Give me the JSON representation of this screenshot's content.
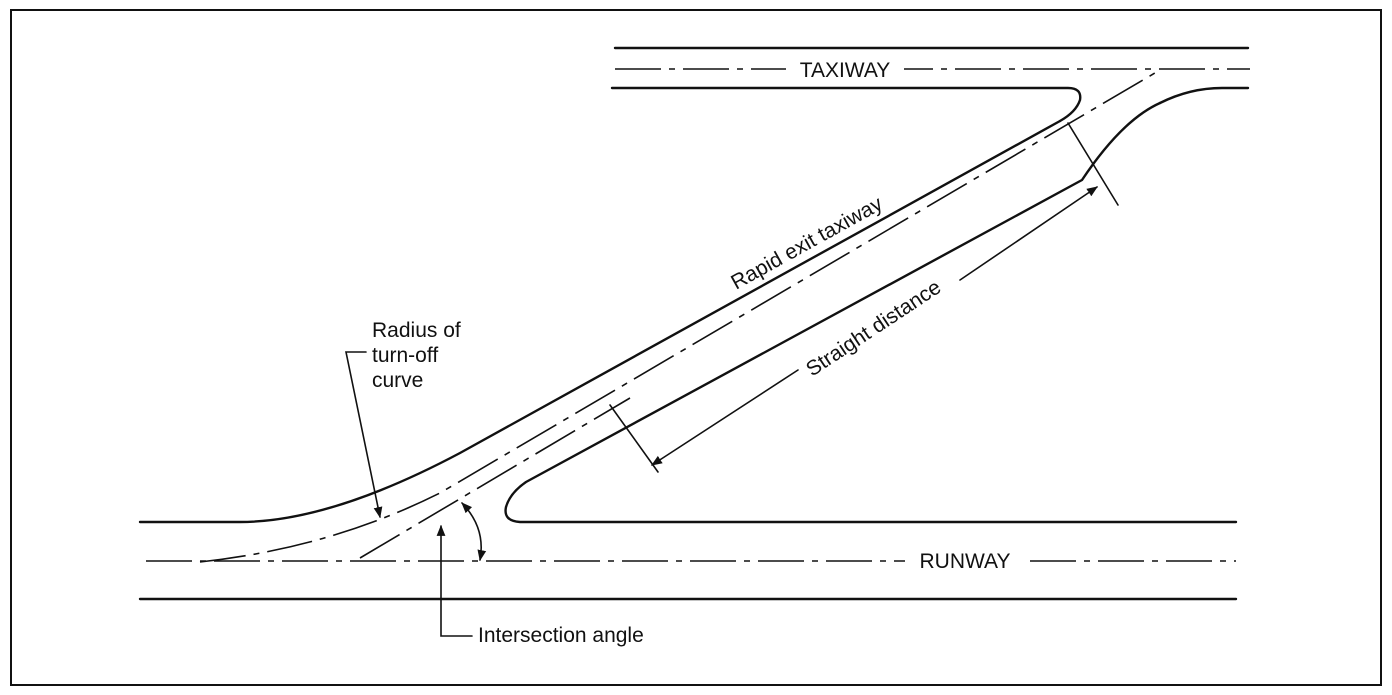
{
  "labels": {
    "taxiway": "TAXIWAY",
    "runway": "RUNWAY",
    "rapid_exit": "Rapid exit taxiway",
    "straight_distance": "Straight distance",
    "radius_line1": "Radius of",
    "radius_line2": "turn-off",
    "radius_line3": "curve",
    "intersection_angle": "Intersection angle"
  },
  "colors": {
    "ink": "#111111",
    "background": "#ffffff"
  }
}
